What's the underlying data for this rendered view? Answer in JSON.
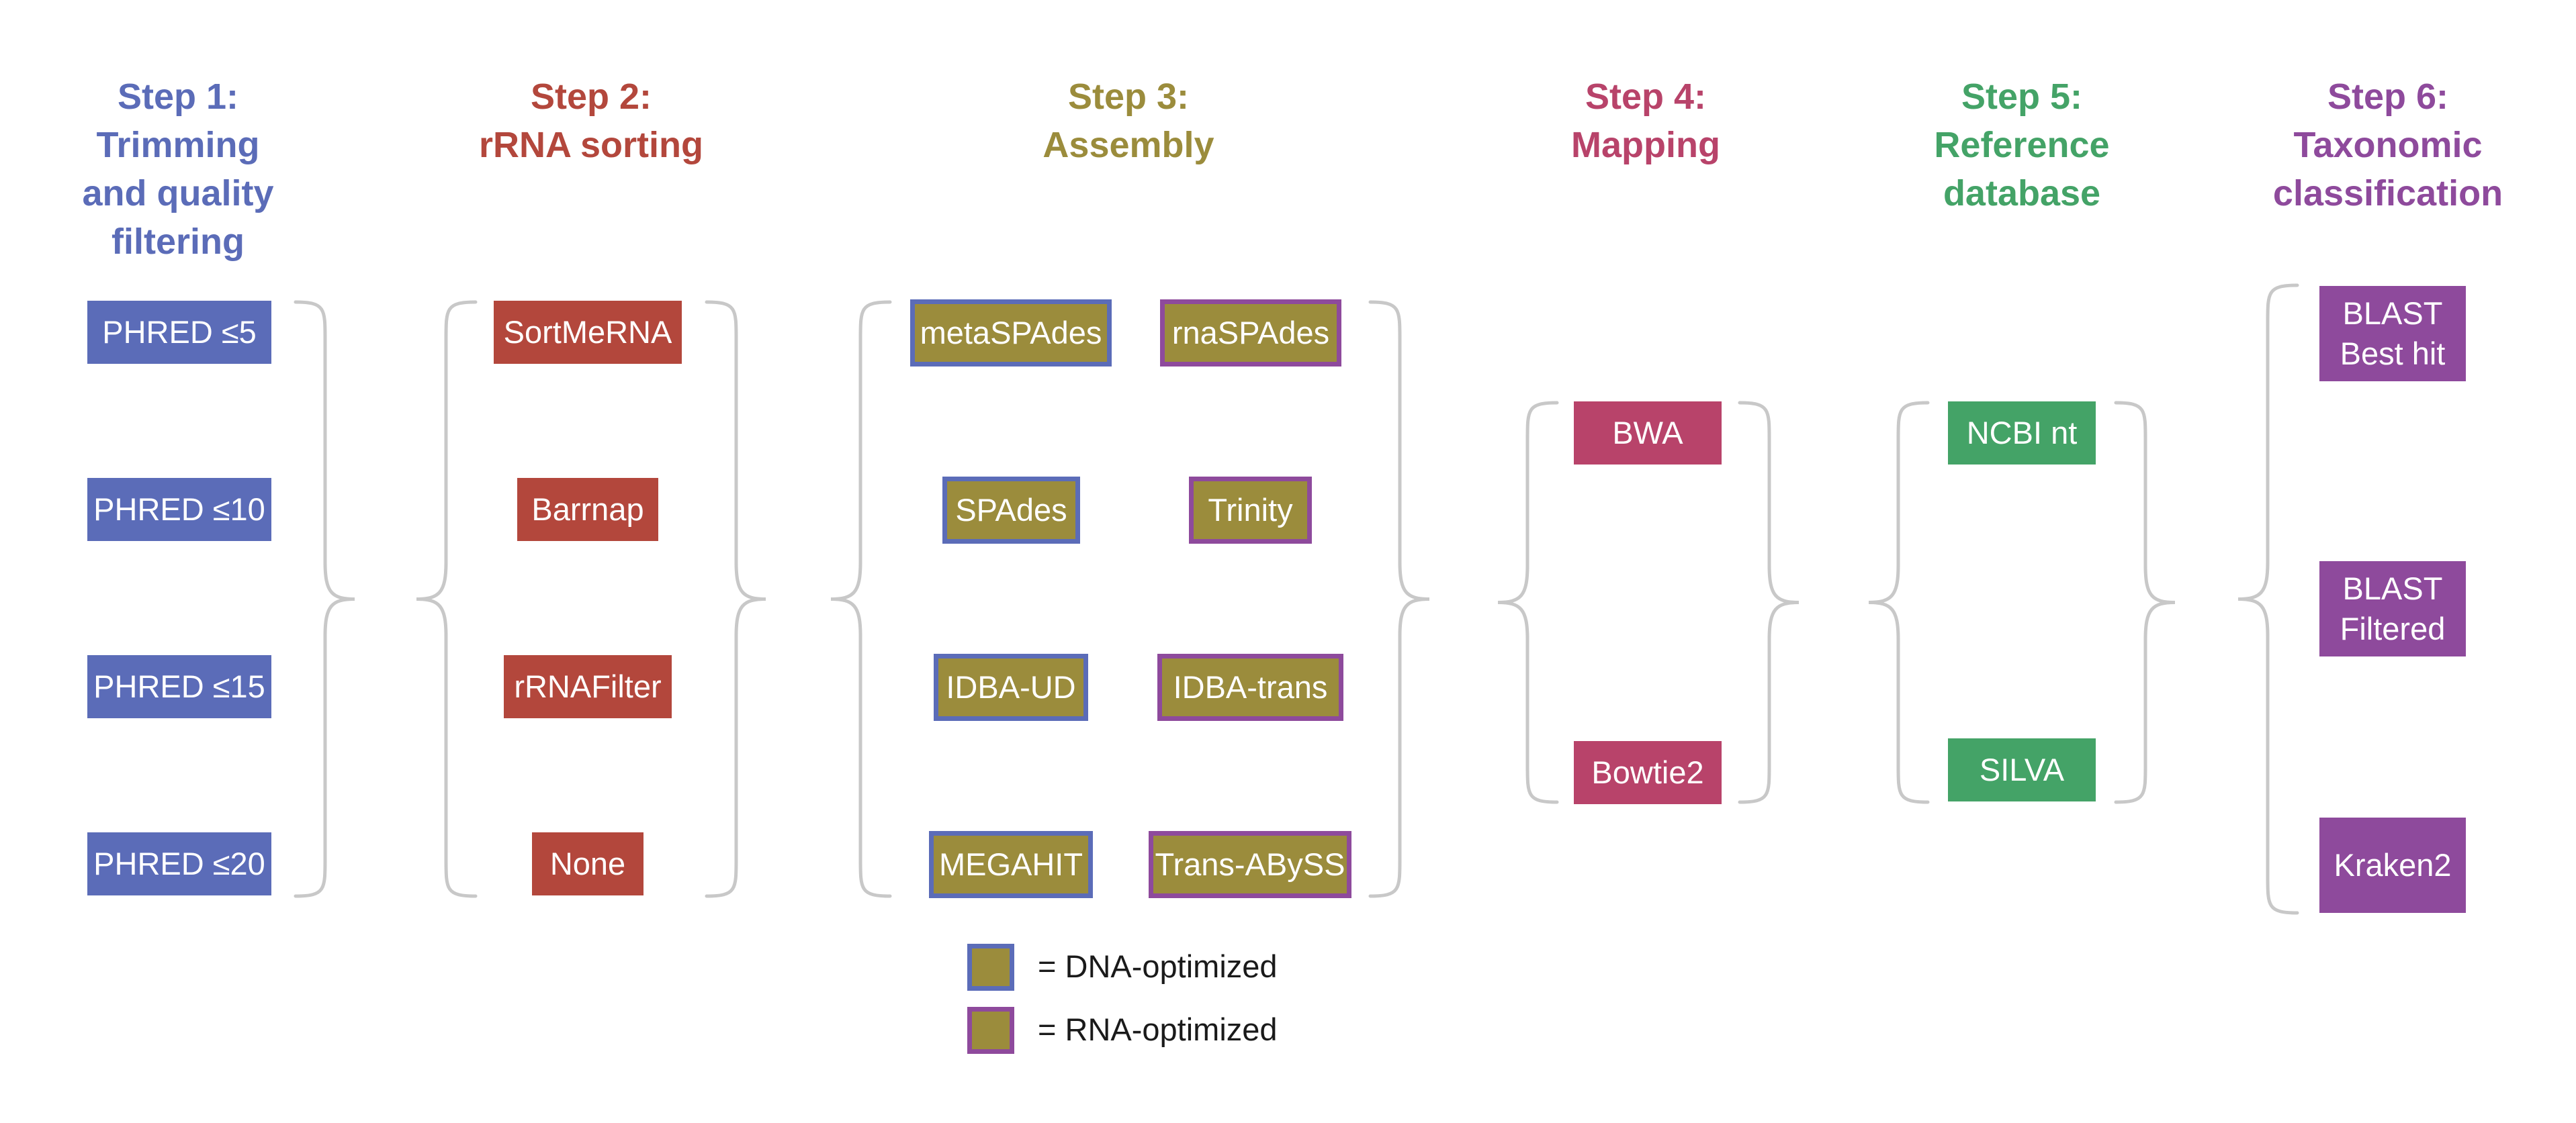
{
  "colors": {
    "step1": "#5b6cb8",
    "step2": "#b3473c",
    "step3": "#9b8c3c",
    "step4": "#b8436a",
    "step5": "#44a367",
    "step6": "#8e4a9c",
    "dna_border": "#5b6cb8",
    "rna_border": "#8e4a9c",
    "bracket": "#c8c8c8"
  },
  "steps": [
    {
      "id": "step1",
      "title": "Step 1:\nTrimming\nand quality\nfiltering",
      "options": [
        "PHRED ≤5",
        "PHRED ≤10",
        "PHRED ≤15",
        "PHRED ≤20"
      ]
    },
    {
      "id": "step2",
      "title": "Step 2:\nrRNA sorting",
      "options": [
        "SortMeRNA",
        "Barrnap",
        "rRNAFilter",
        "None"
      ]
    },
    {
      "id": "step3",
      "title": "Step 3:\nAssembly",
      "dna_options": [
        "metaSPAdes",
        "SPAdes",
        "IDBA-UD",
        "MEGAHIT"
      ],
      "rna_options": [
        "rnaSPAdes",
        "Trinity",
        "IDBA-trans",
        "Trans-ABySS"
      ]
    },
    {
      "id": "step4",
      "title": "Step 4:\nMapping",
      "options": [
        "BWA",
        "Bowtie2"
      ]
    },
    {
      "id": "step5",
      "title": "Step 5:\nReference\ndatabase",
      "options": [
        "NCBI nt",
        "SILVA"
      ]
    },
    {
      "id": "step6",
      "title": "Step 6:\nTaxonomic\nclassification",
      "options": [
        "BLAST\nBest hit",
        "BLAST\nFiltered",
        "Kraken2"
      ]
    }
  ],
  "legend": {
    "dna_label": "= DNA-optimized",
    "rna_label": "= RNA-optimized"
  }
}
